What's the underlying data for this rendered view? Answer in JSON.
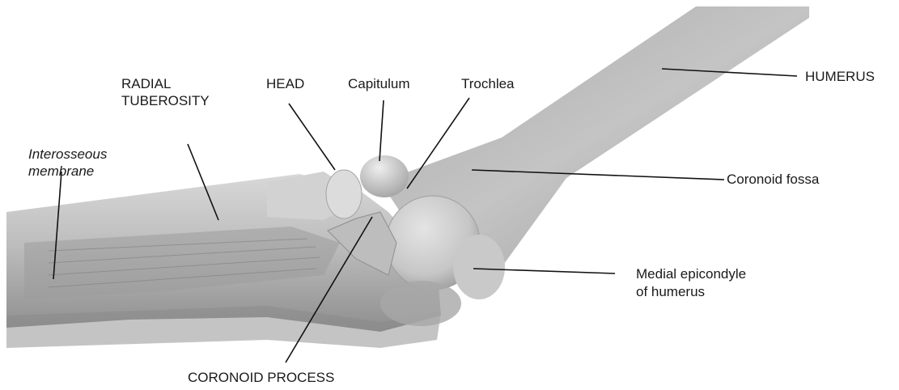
{
  "labels": {
    "interosseous_line1": "Interosseous",
    "interosseous_line2": "membrane",
    "radial_line1": "RADIAL",
    "radial_line2": "TUBEROSITY",
    "head": "HEAD",
    "capitulum": "Capitulum",
    "trochlea": "Trochlea",
    "humerus": "HUMERUS",
    "coronoid_fossa": "Coronoid fossa",
    "medial_line1": "Medial epicondyle",
    "medial_line2": "of humerus",
    "coronoid_process": "CORONOID PROCESS"
  }
}
